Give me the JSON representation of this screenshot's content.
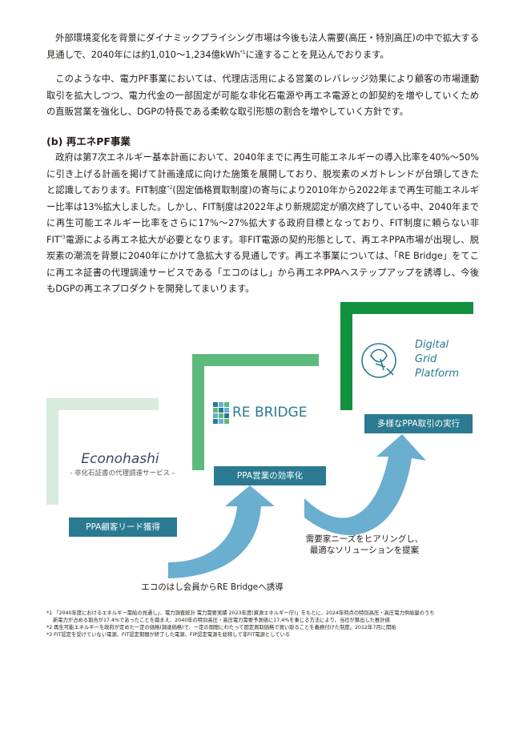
{
  "paragraphs": {
    "p1": {
      "a": "外部環境変化を背景にダイナミックプライシング市場は今後も法人需要(高圧・特別高圧)の中で拡大する見通しで、2040年には約1,010〜1,234億kWh",
      "sup": "*1",
      "b": "に達することを見込んでおります。"
    },
    "p2": "このような中、電力PF事業においては、代理店活用による営業のレバレッジ効果により顧客の市場連動取引を拡大しつつ、電力代金の一部固定が可能な非化石電源や再エネ電源との卸契約を増やしていくための直販営業を強化し、DGPの特長である柔軟な取引形態の割合を増やしていく方針です。",
    "heading": "(b) 再エネPF事業",
    "p3": {
      "a": "政府は第7次エネルギー基本計画において、2040年までに再生可能エネルギーの導入比率を40%〜50%に引き上げる計画を掲げて計画達成に向けた施策を展開しており、脱炭素のメガトレンドが台頭してきたと認識しております。FIT制度",
      "sup1": "*2",
      "b": "(固定価格買取制度)の寄与により2010年から2022年まで再生可能エネルギー比率は13%拡大しました。しかし、FIT制度は2022年より新規認定が順次終了している中、2040年までに再生可能エネルギー比率をさらに17%〜27%拡大する政府目標となっており、FIT制度に頼らない非FIT",
      "sup2": "*3",
      "c": "電源による再エネ拡大が必要となります。非FIT電源の契約形態として、再エネPPA市場が出現し、脱炭素の潮流を背景に2040年にかけて急拡大する見通しです。再エネ事業については、「RE Bridge」をてこに再エネ証書の代理調達サービスである「エコのはし」から再エネPPAへステップアップを誘導し、今後もDGPの再エネプロダクトを開発してまいります。"
    }
  },
  "diagram": {
    "econohashi": {
      "name": "Econohashi",
      "sub": "- 非化石証書の代理調達サービス -"
    },
    "rebridge": {
      "name": "RE BRIDGE"
    },
    "dgp": {
      "line1": "Digital",
      "line2": "Grid",
      "line3": "Platform"
    },
    "btn_lead": "PPA顧客リード獲得",
    "btn_eff": "PPA営業の効率化",
    "btn_exec": "多様なPPA取引の実行",
    "caption_left": "エコのはし会員からRE Bridgeへ誘導",
    "caption_right_1": "需要家ニーズをヒアリングし、",
    "caption_right_2": "最適なソリューションを提案",
    "colors": {
      "step1": "#d7ecdb",
      "step2": "#5dba7d",
      "step3": "#12913f",
      "button": "#2a7b91",
      "arrow": "#6aaed0"
    }
  },
  "footnotes": {
    "f1a": "*1 「2040年度におけるエネルギー需給の見通し」、電力調査統計 電力需要実績 2023年度(資源エネルギー庁)」をもとに、2024年時点の特別高圧・高圧電力供給量のうち",
    "f1b": "新電力が占める割合が17.4%であったことを踏まえ、2040年の特別高圧・高圧電力需要予測値に17.4%を乗じる方法により、当社が算出した推計値",
    "f2": "*2 再生可能エネルギーを政府が定めた一定の価格(調達価格)で、一定の期間にわたって固定買取価格で買い取ることを義務付けた制度。2012年7月に開始",
    "f3": "*3 FIT認定を受けていない電源、FIT認定期間が終了した電源、FIP認定電源を総称して非FIT電源としている"
  }
}
